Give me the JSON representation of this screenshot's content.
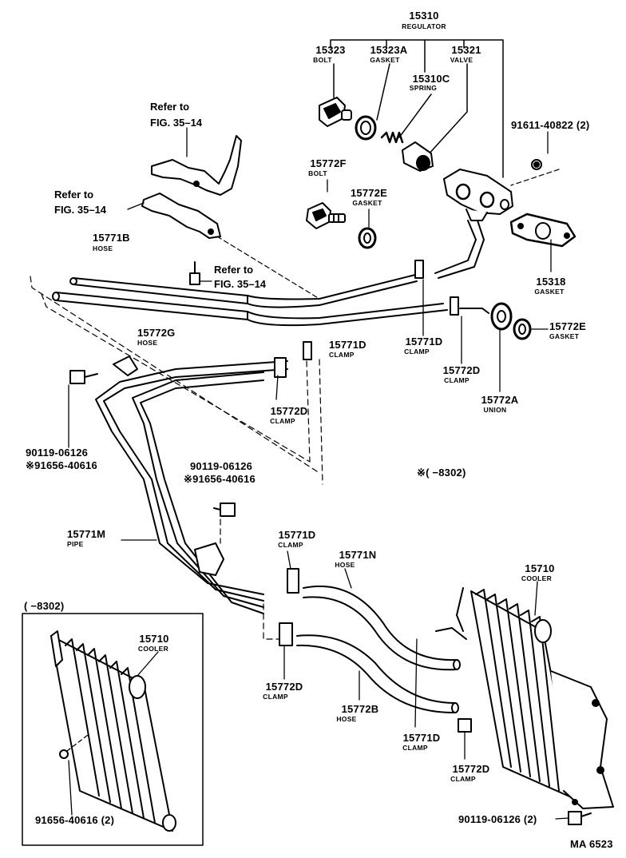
{
  "labels": {
    "regulator_pn": "15310",
    "regulator_nm": "REGULATOR",
    "bolt1_pn": "15323",
    "bolt1_nm": "BOLT",
    "gasket1_pn": "15323A",
    "gasket1_nm": "GASKET",
    "valve_pn": "15321",
    "valve_nm": "VALVE",
    "spring_pn": "15310C",
    "spring_nm": "SPRING",
    "nut1_pn": "91611-40822 (2)",
    "bolt2_pn": "15772F",
    "bolt2_nm": "BOLT",
    "gasket2_pn": "15772E",
    "gasket2_nm": "GASKET",
    "gasket3_pn": "15318",
    "gasket3_nm": "GASKET",
    "ref1": "Refer to",
    "ref1b": "FIG. 35–14",
    "ref2": "Refer to",
    "ref2b": "FIG. 35–14",
    "ref3": "Refer to",
    "ref3b": "FIG. 35–14",
    "hose1_pn": "15771B",
    "hose1_nm": "HOSE",
    "hose2_pn": "15772G",
    "hose2_nm": "HOSE",
    "clamp1_pn": "15771D",
    "clamp1_nm": "CLAMP",
    "clamp2_pn": "15771D",
    "clamp2_nm": "CLAMP",
    "clamp3_pn": "15772D",
    "clamp3_nm": "CLAMP",
    "clamp4_pn": "15772D",
    "clamp4_nm": "CLAMP",
    "gasket4_pn": "15772E",
    "gasket4_nm": "GASKET",
    "union_pn": "15772A",
    "union_nm": "UNION",
    "bolt3_pn": "90119-06126",
    "bolt3_alt": "※91656-40616",
    "bolt4_pn": "90119-06126",
    "bolt4_alt": "※91656-40616",
    "note": "※(        −8302)",
    "pipe_pn": "15771M",
    "pipe_nm": "PIPE",
    "clamp5_pn": "15771D",
    "clamp5_nm": "CLAMP",
    "hose3_pn": "15771N",
    "hose3_nm": "HOSE",
    "cooler1_pn": "15710",
    "cooler1_nm": "COOLER",
    "inset_title": "(      −8302)",
    "cooler2_pn": "15710",
    "cooler2_nm": "COOLER",
    "nut2_pn": "91656-40616 (2)",
    "clamp6_pn": "15772D",
    "clamp6_nm": "CLAMP",
    "hose4_pn": "15772B",
    "hose4_nm": "HOSE",
    "clamp7_pn": "15771D",
    "clamp7_nm": "CLAMP",
    "clamp8_pn": "15772D",
    "clamp8_nm": "CLAMP",
    "bolt5_pn": "90119-06126 (2)",
    "code": "MA 6523"
  }
}
